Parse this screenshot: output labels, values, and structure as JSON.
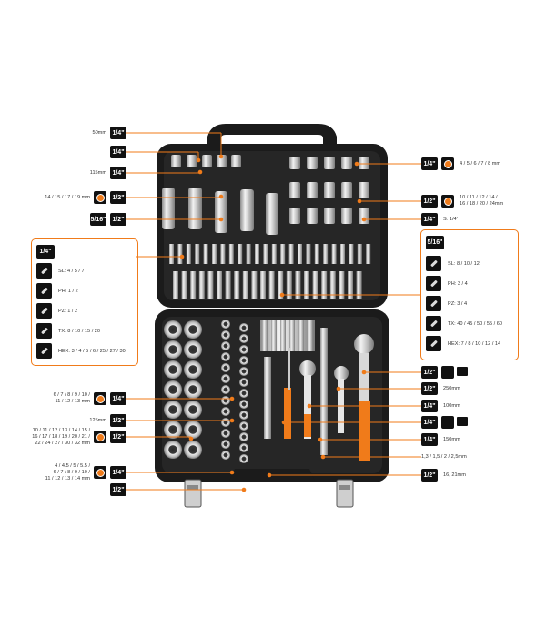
{
  "accent_color": "#f07b1a",
  "case_color": "#1b1b1b",
  "left_labels": [
    {
      "text": "50mm",
      "badges": [
        "1/4\""
      ]
    },
    {
      "text": "",
      "badges": [
        "1/4\""
      ]
    },
    {
      "text": "115mm",
      "badges": [
        "1/4\""
      ]
    },
    {
      "text": "14 / 15 / 17 / 19 mm",
      "icon": "socket-icon",
      "badges": [
        "1/2\""
      ]
    },
    {
      "text": "",
      "badges": [
        "5/16\"",
        "1/2\""
      ]
    },
    {
      "text": "6 / 7 / 8 / 9 / 10 /\n11 / 12 / 13 mm",
      "icon": "socket-icon",
      "badges": [
        "1/4\""
      ]
    },
    {
      "text": "125mm",
      "badges": [
        "1/2\""
      ]
    },
    {
      "text": "10 / 11 / 12 / 13 / 14 / 15 /\n16 / 17 / 18 / 19 / 20 / 21 /\n22 / 24 / 27 / 30 / 32 mm",
      "icon": "socket-icon",
      "badges": [
        "1/2\""
      ]
    },
    {
      "text": "4 / 4.5 / 5 / 5.5 /\n6 / 7 / 8 / 9 / 10 /\n11 / 12 / 13 / 14 mm",
      "icon": "socket-icon",
      "badges": [
        "1/4\""
      ]
    },
    {
      "text": "",
      "badges": [
        "1/2\""
      ]
    }
  ],
  "right_labels": [
    {
      "text": "4 / 5 / 6 / 7 / 8 mm",
      "icon": "socket-icon",
      "badges": [
        "1/4\""
      ]
    },
    {
      "text": "10 / 11 / 12 / 14 /\n16 / 18 / 20 / 24mm",
      "icon": "socket-icon",
      "badges": [
        "1/2\""
      ]
    },
    {
      "text": "S: 1/4'",
      "badges": [
        "1/4\""
      ]
    },
    {
      "text": "",
      "badges": [
        "1/2\""
      ],
      "extra": "ratchet-icons"
    },
    {
      "text": "250mm",
      "badges": [
        "1/2\""
      ]
    },
    {
      "text": "100mm",
      "badges": [
        "1/4\""
      ]
    },
    {
      "text": "",
      "badges": [
        "1/4\""
      ],
      "extra": "ratchet-icons"
    },
    {
      "text": "150mm",
      "badges": [
        "1/4\""
      ]
    },
    {
      "text": "1,3 / 1,5 / 2 / 2,5mm",
      "badges": []
    },
    {
      "text": "16, 21mm",
      "badges": [
        "1/2\""
      ]
    }
  ],
  "left_panel": {
    "header": "1/4\"",
    "rows": [
      {
        "icon": "hex-bit-icon",
        "text": "SL: 4 / 5 / 7"
      },
      {
        "icon": "phillips-bit-icon",
        "text": "PH: 1 / 2"
      },
      {
        "icon": "pozidriv-bit-icon",
        "text": "PZ: 1 / 2"
      },
      {
        "icon": "torx-bit-icon",
        "text": "TX: 8 / 10 / 15 / 20"
      },
      {
        "icon": "hex-key-icon",
        "text": "HEX: 3 / 4 / 5 / 6 / 25 / 27 / 30"
      }
    ]
  },
  "right_panel": {
    "header": "5/16\"",
    "rows": [
      {
        "icon": "flat-bit-icon",
        "text": "SL: 8 / 10 / 12"
      },
      {
        "icon": "phillips-bit-icon",
        "text": "PH: 3 / 4"
      },
      {
        "icon": "pozidriv-bit-icon",
        "text": "PZ: 3 / 4"
      },
      {
        "icon": "torx-bit-icon",
        "text": "TX: 40 / 45 / 50 / 55 / 60"
      },
      {
        "icon": "hex-key-icon",
        "text": "HEX: 7 / 8 / 10 / 12 / 14"
      }
    ]
  }
}
